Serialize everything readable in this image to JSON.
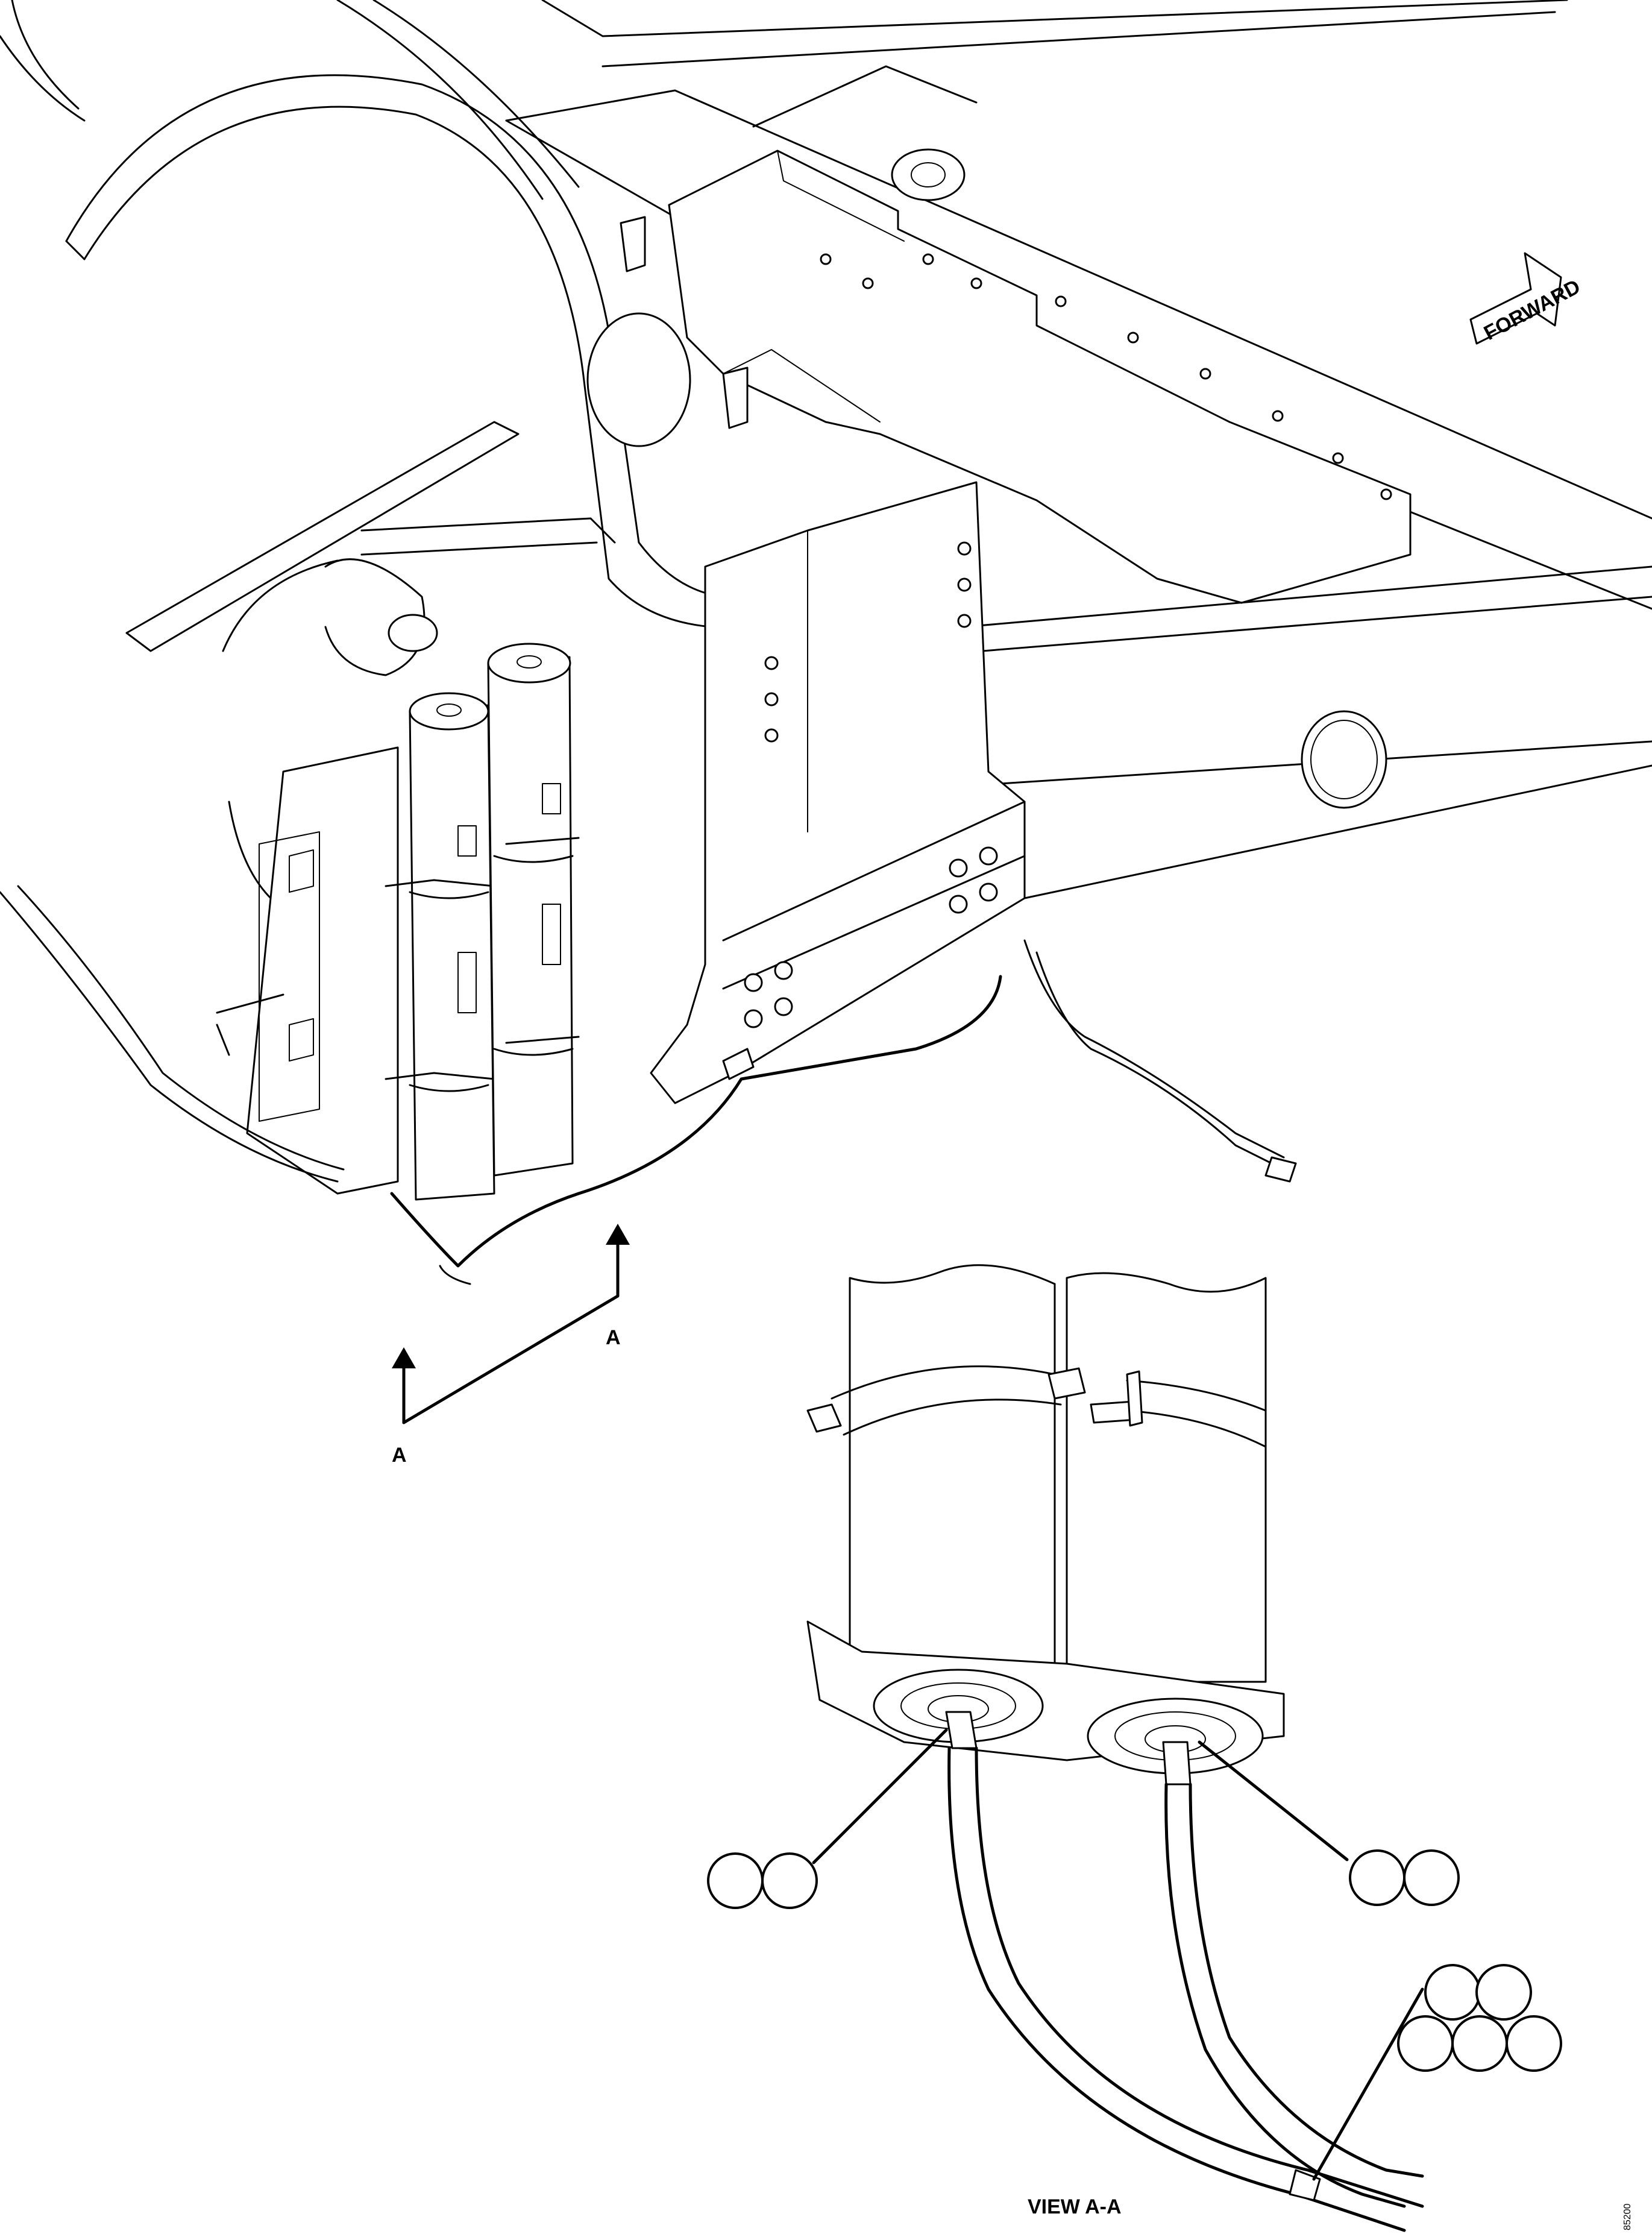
{
  "diagram": {
    "direction_label": "FORWARD",
    "section_marker_right": "A",
    "section_marker_left": "A",
    "view_caption": "VIEW A-A",
    "drawing_id": "85200"
  },
  "callout_groups": [
    {
      "name": "left-fitting",
      "bubbles": [
        "",
        ""
      ]
    },
    {
      "name": "right-fitting",
      "bubbles": [
        "",
        ""
      ]
    },
    {
      "name": "hose-clamp",
      "bubbles": [
        "",
        "",
        "",
        "",
        ""
      ]
    }
  ]
}
